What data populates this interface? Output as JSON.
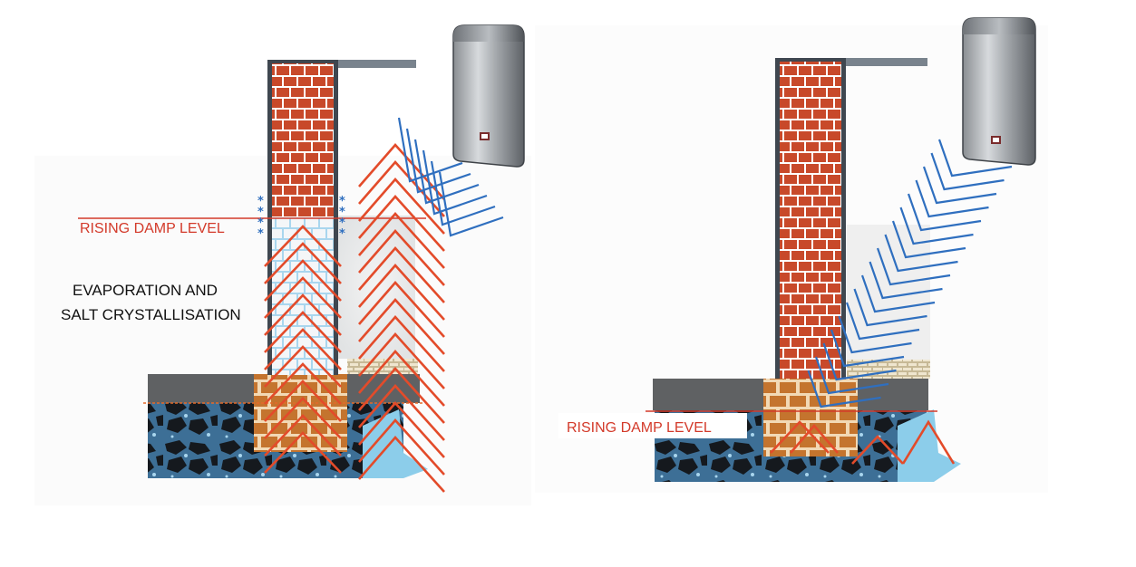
{
  "left_panel": {
    "damp_label": "RISING DAMP LEVEL",
    "annotation_line1": "EVAPORATION AND",
    "annotation_line2": "SALT CRYSTALLISATION",
    "device_icon": "wall-dehumidifier-device"
  },
  "right_panel": {
    "damp_label": "RISING DAMP LEVEL",
    "device_icon": "wall-dehumidifier-device"
  },
  "colors": {
    "brick": "#c8492a",
    "brick_light": "#c4742e",
    "mortar": "#ffffff",
    "wall_edge": "#444c55",
    "damp_water": "#a9d6ee",
    "groundwater": "#8ccdea",
    "stone": "#1a1e23",
    "soil_bg": "#2f5d85",
    "slab": "#5f6163",
    "red_wave": "#e34b2a",
    "blue_wave": "#2f6fbf",
    "label_red": "#d33a2a"
  }
}
